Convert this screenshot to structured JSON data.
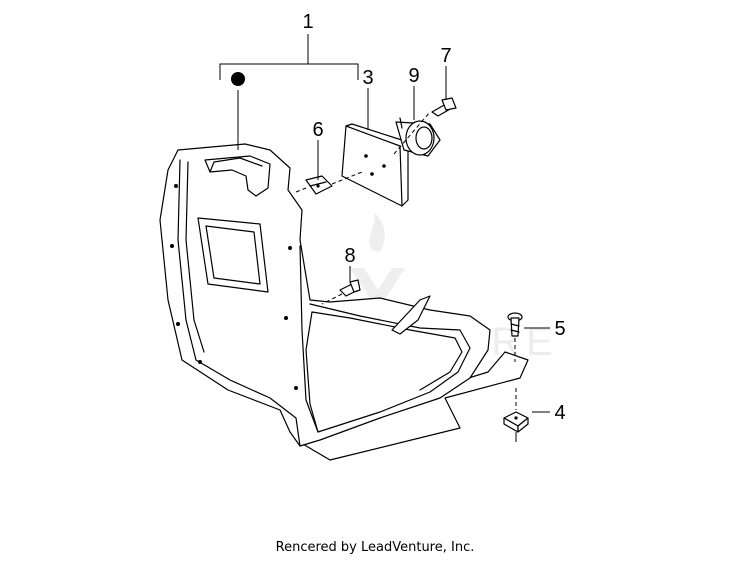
{
  "callouts": [
    {
      "id": "1",
      "text": "1"
    },
    {
      "id": "3",
      "text": "3"
    },
    {
      "id": "4",
      "text": "4"
    },
    {
      "id": "5",
      "text": "5"
    },
    {
      "id": "6",
      "text": "6"
    },
    {
      "id": "7",
      "text": "7"
    },
    {
      "id": "8",
      "text": "8"
    },
    {
      "id": "9",
      "text": "9"
    }
  ],
  "watermark": {
    "text": "LEADVENTURE"
  },
  "footer": {
    "credit": "Rencered by LeadVenture, Inc."
  }
}
